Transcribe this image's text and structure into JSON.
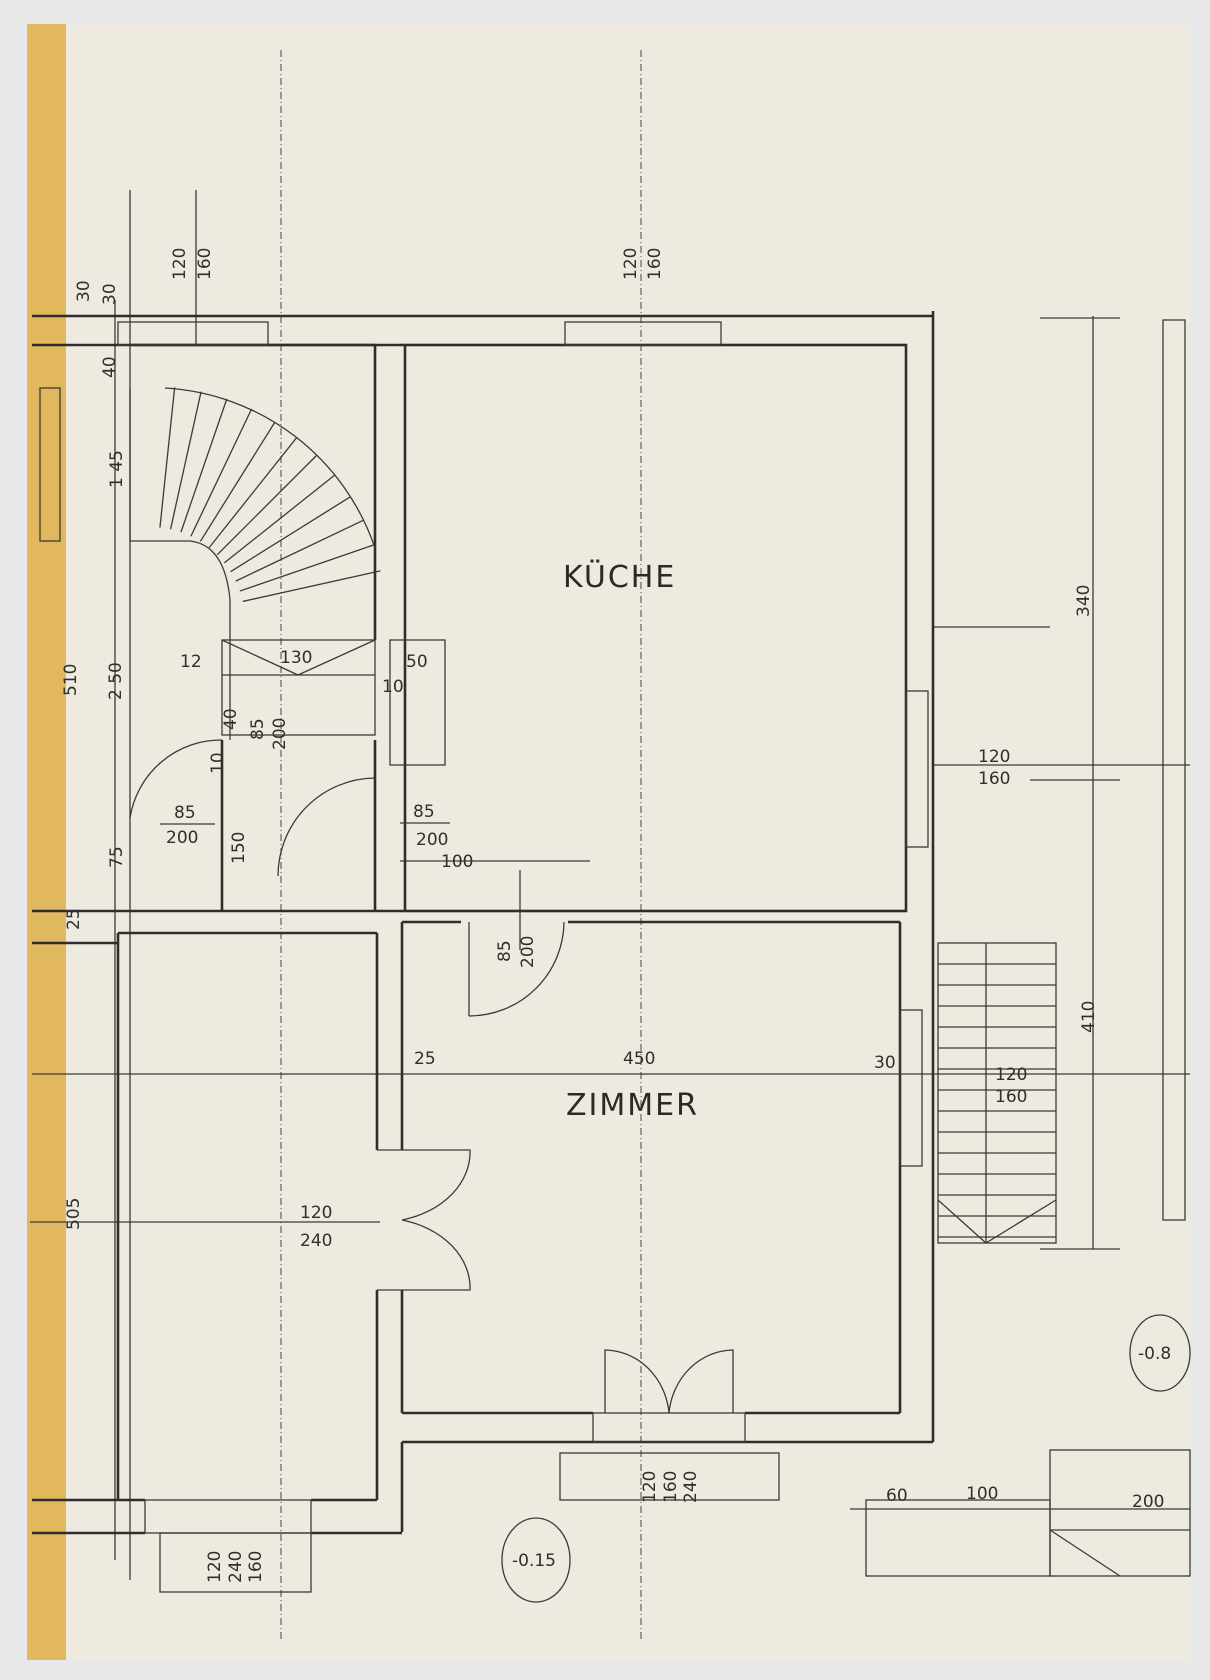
{
  "drawing": {
    "rooms": {
      "kitchen": "KÜCHE",
      "room": "ZIMMER"
    },
    "levels": {
      "front": "-0.15",
      "right": "-0.8"
    },
    "dimensions": {
      "top_left_window_a": "120",
      "top_left_window_b": "160",
      "top_kitchen_window_a": "120",
      "top_kitchen_window_b": "160",
      "wall_30a": "30",
      "wall_30b": "30",
      "d40": "40",
      "d145": "1 45",
      "d510": "510",
      "d250": "2 50",
      "d505": "505",
      "d340": "340",
      "d410": "410",
      "d12": "12",
      "d130": "130",
      "d50": "50",
      "d10a": "10",
      "d40b": "40",
      "d85a": "85",
      "d200a": "200",
      "d10b": "10",
      "d150": "150",
      "d75": "75",
      "d25a": "25",
      "door_left_w": "85",
      "door_left_h": "200",
      "door_mid_w": "85",
      "door_mid_h": "200",
      "d100a": "100",
      "door_zimmer_w": "85",
      "door_zimmer_h": "200",
      "kitchen_window_w": "120",
      "kitchen_window_h": "160",
      "d25b": "25",
      "d450": "450",
      "d30c": "30",
      "zimmer_window_w": "120",
      "zimmer_window_h": "160",
      "left_door_w": "120",
      "left_door_h": "240",
      "bottom_window_a": "120",
      "bottom_window_b": "160",
      "bottom_window_c": "240",
      "lower_left_a": "120",
      "lower_left_b": "240",
      "lower_left_c": "160",
      "d60": "60",
      "d100b": "100",
      "d200b": "200"
    },
    "colors": {
      "paper": "#eeeae0",
      "tape": "#e2b85e",
      "ink": "#2e2e2c"
    }
  }
}
